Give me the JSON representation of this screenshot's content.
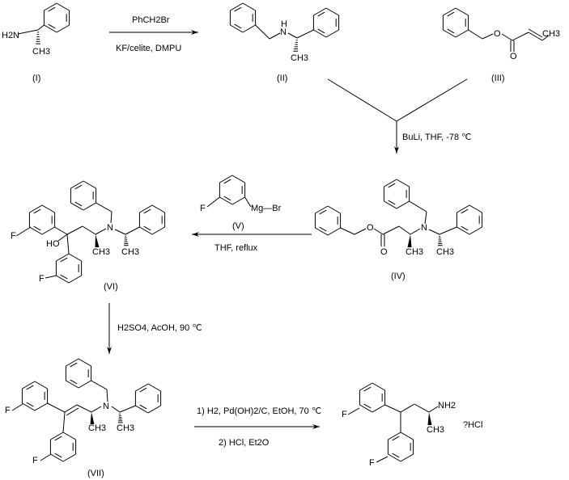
{
  "compounds": {
    "I": {
      "label": "(I)",
      "atoms": [
        "H2N",
        "CH3"
      ]
    },
    "II": {
      "label": "(II)",
      "atoms": [
        "H",
        "N",
        "CH3"
      ]
    },
    "III": {
      "label": "(III)",
      "atoms": [
        "O",
        "O",
        "CH3"
      ]
    },
    "IV": {
      "label": "(IV)",
      "atoms": [
        "O",
        "O",
        "N",
        "CH3",
        "CH3"
      ]
    },
    "V": {
      "label": "(V)",
      "atoms": [
        "F",
        "Mg—Br"
      ]
    },
    "VI": {
      "label": "(VI)",
      "atoms": [
        "F",
        "HO",
        "F",
        "N",
        "CH3",
        "CH3"
      ]
    },
    "VII": {
      "label": "(VII)",
      "atoms": [
        "F",
        "F",
        "N",
        "CH3",
        "CH3"
      ]
    },
    "product": {
      "atoms": [
        "F",
        "F",
        "NH2",
        "CH3"
      ],
      "salt": "?HCl"
    }
  },
  "steps": {
    "step1": {
      "above": "PhCH2Br",
      "below": "KF/celite, DMPU"
    },
    "step2": {
      "reagents": "BuLi, THF, -78 ℃"
    },
    "step3": {
      "below": "THF, reflux"
    },
    "step4": {
      "reagents": "H2SO4, AcOH, 90 ℃"
    },
    "step5": {
      "above": "1) H2, Pd(OH)2/C, EtOH, 70 ℃",
      "below": "2) HCl, Et2O"
    }
  }
}
